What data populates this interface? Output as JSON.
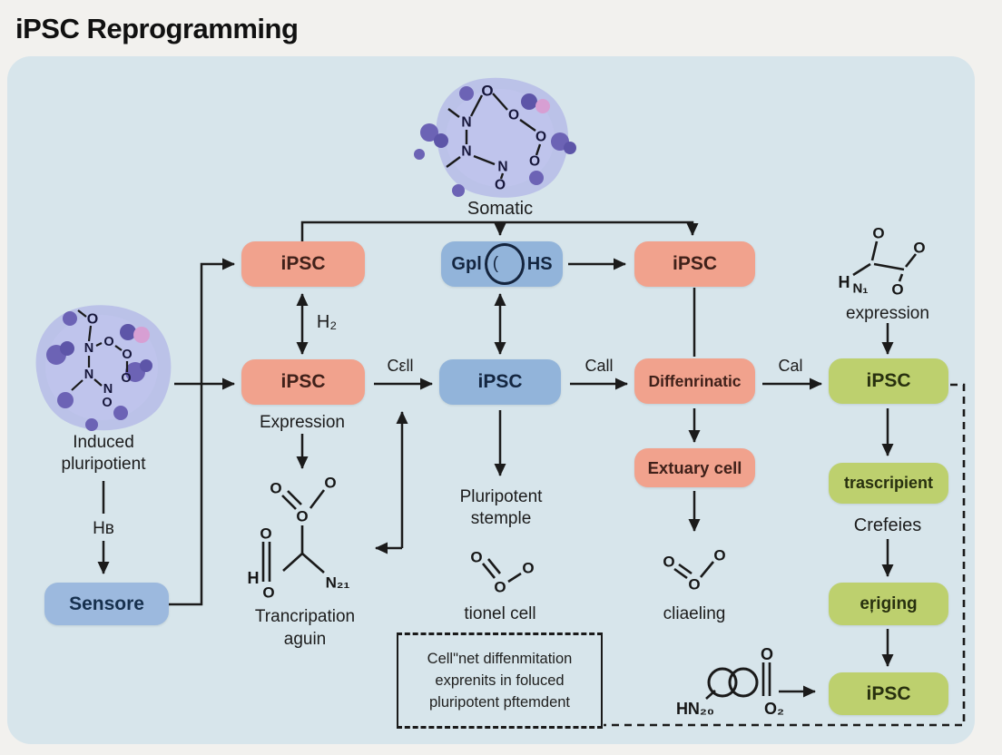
{
  "title": "iPSC Reprogramming",
  "colors": {
    "panel": "#d7e5eb",
    "salmon_box": "#f1a28d",
    "blue_box": "#92b4da",
    "green_box": "#bdd06e",
    "arrow": "#1b1b1b",
    "cell_body": "#b5b9e6",
    "cell_dot": "#6c63b5",
    "cell_dot_pink": "#d79fd3"
  },
  "boxes": {
    "row1_ipsc_left": "iPSC",
    "plasmid_left": "Gpl",
    "plasmid_paren": "(",
    "plasmid_right": "HS",
    "row1_ipsc_right": "iPSC",
    "row2_ipsc_left": "iPSC",
    "row2_ipsc_center": "iPSC",
    "differentiate": "Diffenrinatic",
    "row2_ipsc_right": "iPSC",
    "extuary": "Extuary cell",
    "sensore": "Sensore",
    "trascripient": "trascripient",
    "eriging": "eŗiging",
    "ipsc_bottom": "iPSC"
  },
  "labels": {
    "somatic": "Somatic",
    "induced_1": "Induced",
    "induced_2": "pluripotient",
    "hb": "Hʙ",
    "h2": "H₂",
    "cell_arrow": "Cεll",
    "call_arrow": "Call",
    "cal_arrow": "Cal",
    "expression_left": "Expression",
    "expression_right": "expression",
    "pluripotent_1": "Pluripotent",
    "pluripotent_2": "stemple",
    "tionel": "tionel cell",
    "cliaeling": "cliaeling",
    "crefeies": "Crefeies",
    "trancripation_1": "Trancripation",
    "trancripation_2": "aguin"
  },
  "atoms": {
    "o": "O",
    "n": "N",
    "h": "H",
    "n1": "N₁",
    "n21": "N₂₁",
    "hn20": "HN₂₀",
    "o2": "O₂"
  },
  "note": {
    "line1": "Cell\"net diffenmitation",
    "line2": "exprenits in foluced",
    "line3": "pluripotent pftemdent"
  }
}
